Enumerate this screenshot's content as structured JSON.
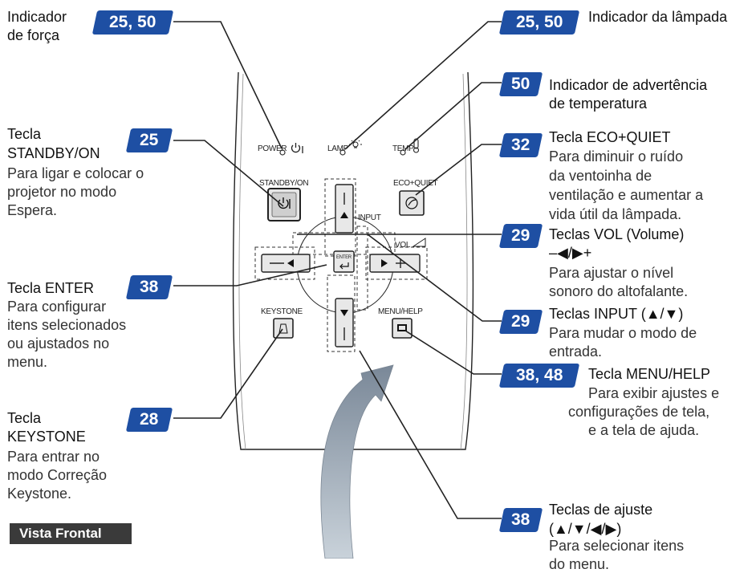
{
  "left": {
    "power": {
      "title1": "Indicador",
      "title2": "de força",
      "badge": "25, 50"
    },
    "standby": {
      "title1": "Tecla",
      "title2": "STANDBY/ON",
      "badge": "25",
      "desc1": "Para ligar e colocar o",
      "desc2": "projetor no modo",
      "desc3": "Espera."
    },
    "enter": {
      "title": "Tecla ENTER",
      "badge": "38",
      "desc1": "Para configurar",
      "desc2": "itens selecionados",
      "desc3": "ou ajustados no",
      "desc4": "menu."
    },
    "keystone": {
      "title1": "Tecla",
      "title2": "KEYSTONE",
      "badge": "28",
      "desc1": "Para entrar no",
      "desc2": "modo Correção",
      "desc3": "Keystone."
    }
  },
  "right": {
    "lamp": {
      "badge": "25, 50",
      "title": "Indicador da lâmpada"
    },
    "temp": {
      "badge": "50",
      "title1": "Indicador de advertência",
      "title2": "de temperatura"
    },
    "eco": {
      "badge": "32",
      "title": "Tecla ECO+QUIET",
      "desc1": "Para diminuir o ruído",
      "desc2": "da ventoinha de",
      "desc3": "ventilação e aumentar a",
      "desc4": "vida útil da lâmpada."
    },
    "vol": {
      "badge": "29",
      "title1": "Teclas VOL (Volume)",
      "title2": "–◀/▶+",
      "desc1": "Para ajustar o nível",
      "desc2": "sonoro do altofalante."
    },
    "input": {
      "badge": "29",
      "title": "Teclas INPUT (▲/▼)",
      "desc1": "Para mudar o modo de",
      "desc2": "entrada."
    },
    "menu": {
      "badge": "38, 48",
      "title": "Tecla MENU/HELP",
      "desc1": "Para exibir ajustes e",
      "desc2": "configurações de tela,",
      "desc3": "e a tela de ajuda."
    },
    "adjust": {
      "badge": "38",
      "title1": "Teclas de ajuste",
      "title2": "(▲/▼/◀/▶)",
      "desc1": "Para selecionar itens",
      "desc2": "do menu."
    }
  },
  "remote": {
    "power_label": "POWER",
    "lamp_label": "LAMP",
    "temp_label": "TEMP",
    "standby_label": "STANDBY/ON",
    "eco_label": "ECO+QUIET",
    "input_label": "INPUT",
    "vol_label": "VOL",
    "enter_label": "ENTER",
    "keystone_label": "KEYSTONE",
    "menu_label": "MENU/HELP"
  },
  "footer": {
    "view_label": "Vista Frontal"
  },
  "colors": {
    "badge": "#1e4fa3",
    "tag": "#3a3a3a",
    "arrow": "#8c9aa8"
  }
}
